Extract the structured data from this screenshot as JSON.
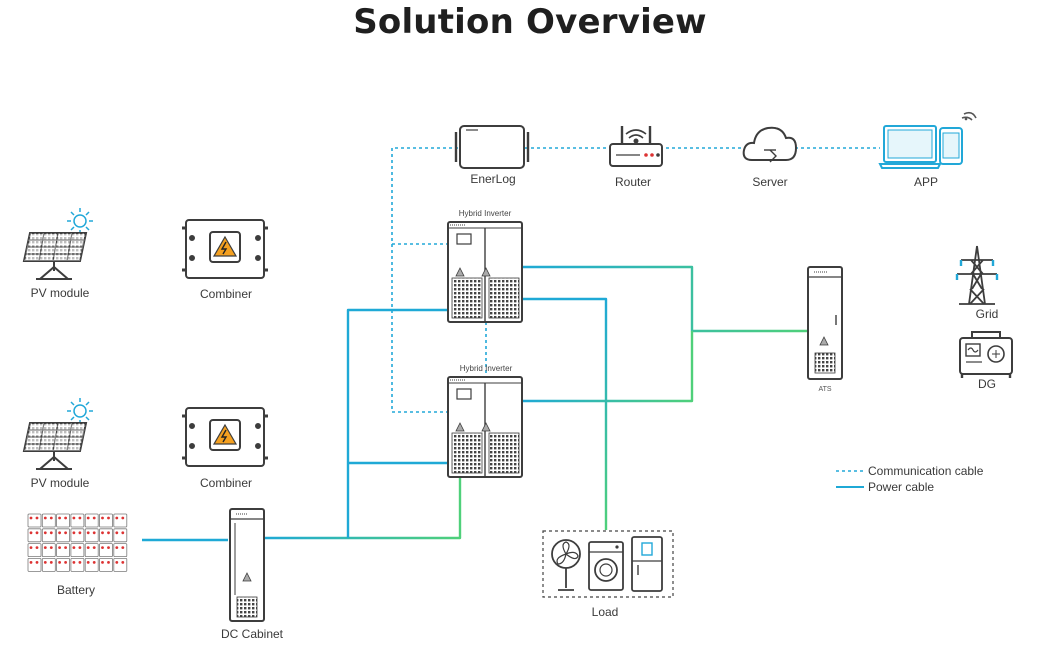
{
  "title": "Solution Overview",
  "components": {
    "pv_module_1": "PV module",
    "pv_module_2": "PV module",
    "combiner_1": "Combiner",
    "combiner_2": "Combiner",
    "battery": "Battery",
    "dc_cabinet": "DC Cabinet",
    "enerlog": "EnerLog",
    "router": "Router",
    "server": "Server",
    "app": "APP",
    "hybrid_inverter_1": "Hybrid Inverter",
    "hybrid_inverter_2": "Hybrid Inverter",
    "ats": "ATS",
    "grid": "Grid",
    "dg": "DG",
    "load": "Load"
  },
  "legend": {
    "communication": "Communication cable",
    "power": "Power cable"
  },
  "colors": {
    "communication": "#22a8d8",
    "power_blue": "#1fa9d6",
    "power_green": "#4fd07a",
    "device_stroke": "#3d3d3d"
  }
}
